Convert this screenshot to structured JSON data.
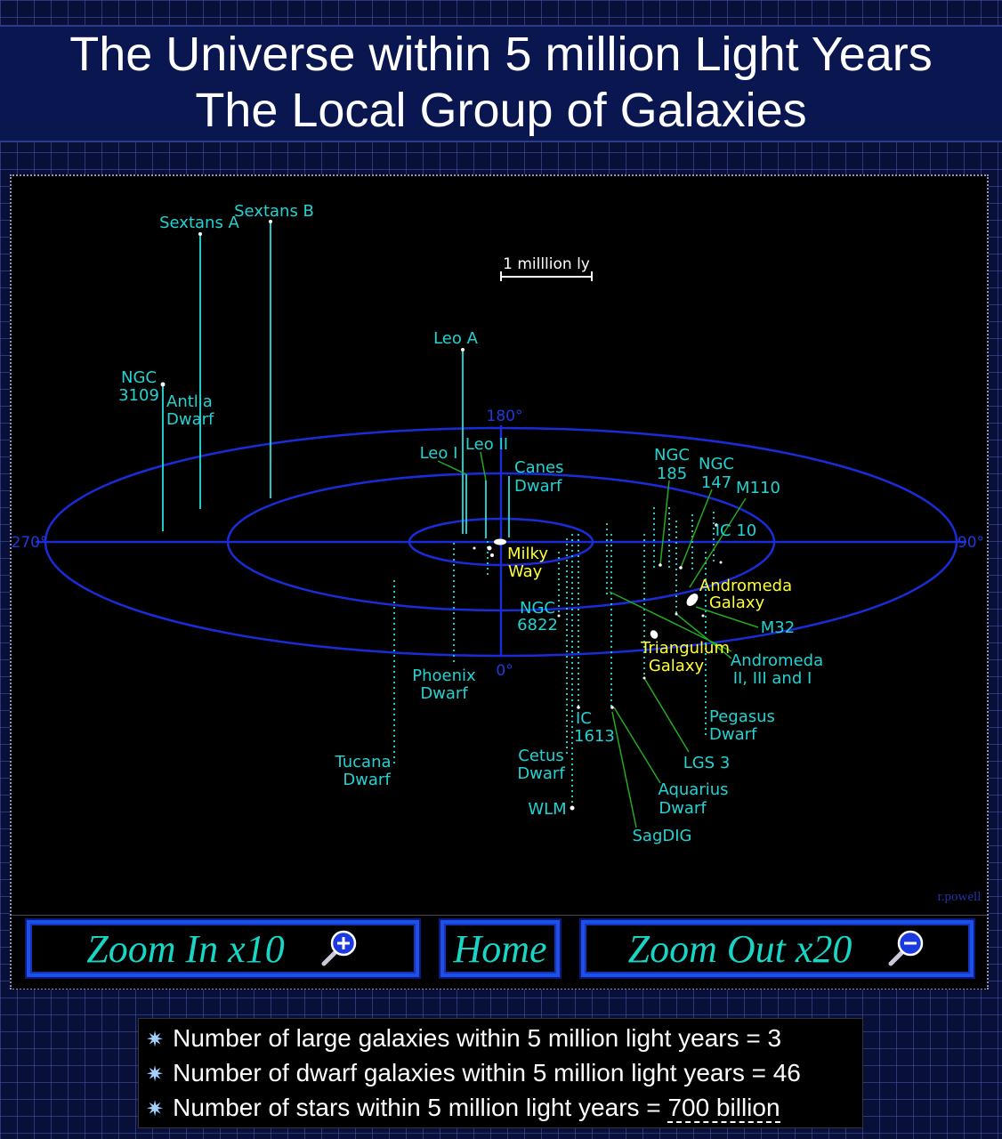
{
  "header": {
    "title_line1": "The Universe within 5 million Light Years",
    "title_line2": "The Local Group of Galaxies"
  },
  "map": {
    "scale_label": "1 milllion ly",
    "angles": {
      "a180": "180°",
      "a270": "270°",
      "a90": "90°",
      "a0": "0°"
    },
    "credit": "r.powell",
    "colors": {
      "ring": "#1a2cd8",
      "label": "#22d3d3",
      "major": "#ffff33",
      "leader": "#22aa22"
    },
    "galaxies": {
      "sextans_a": "Sextans A",
      "sextans_b": "Sextans B",
      "ngc3109_1": "NGC",
      "ngc3109_2": "3109",
      "antlia_1": "Antlia",
      "antlia_2": "Dwarf",
      "leo_a": "Leo A",
      "leo_i": "Leo I",
      "leo_ii": "Leo II",
      "canes_1": "Canes",
      "canes_2": "Dwarf",
      "milky_1": "Milky",
      "milky_2": "Way",
      "ngc185_1": "NGC",
      "ngc185_2": "185",
      "ngc147_1": "NGC",
      "ngc147_2": "147",
      "m110": "M110",
      "ic10": "IC 10",
      "andromeda_1": "Andromeda",
      "andromeda_2": "Galaxy",
      "m32": "M32",
      "ngc6822_1": "NGC",
      "ngc6822_2": "6822",
      "triangulum_1": "Triangulum",
      "triangulum_2": "Galaxy",
      "and_dw_1": "Andromeda",
      "and_dw_2": "II, III and I",
      "phoenix_1": "Phoenix",
      "phoenix_2": "Dwarf",
      "ic1613_1": "IC",
      "ic1613_2": "1613",
      "pegasus_1": "Pegasus",
      "pegasus_2": "Dwarf",
      "tucana_1": "Tucana",
      "tucana_2": "Dwarf",
      "cetus_1": "Cetus",
      "cetus_2": "Dwarf",
      "lgs3": "LGS 3",
      "aquarius_1": "Aquarius",
      "aquarius_2": "Dwarf",
      "wlm": "WLM",
      "sagdig": "SagDIG"
    }
  },
  "nav": {
    "zoom_in": "Zoom In x10",
    "home": "Home",
    "zoom_out": "Zoom Out x20"
  },
  "stats": [
    {
      "text": "Number of large galaxies within 5 million light years = 3"
    },
    {
      "text": "Number of dwarf galaxies within 5 million light years = 46"
    },
    {
      "prefix": "Number of stars within 5 million light years = ",
      "link": "700 billion"
    }
  ]
}
